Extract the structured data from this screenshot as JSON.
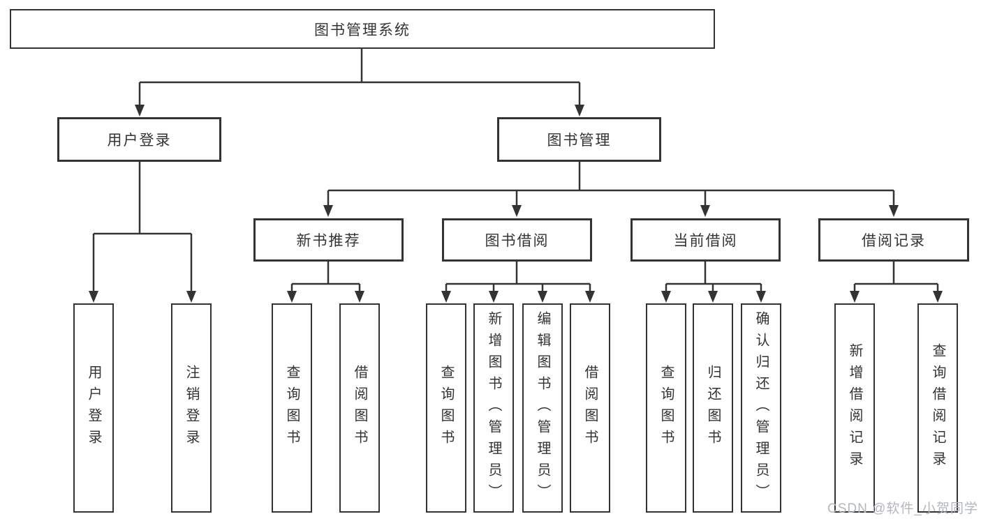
{
  "nodes": {
    "root": "图书管理系统",
    "user_login": "用户登录",
    "book_mgmt": "图书管理",
    "new_book_rec": "新书推荐",
    "book_borrow": "图书借阅",
    "current_borrow": "当前借阅",
    "borrow_record": "借阅记录",
    "leaf_user_login": "用户登录",
    "leaf_logout": "注销登录",
    "nb_query_book": "查询图书",
    "nb_borrow_book": "借阅图书",
    "bb_query_book": "查询图书",
    "bb_add_book": "新增图书（管理员）",
    "bb_edit_book": "编辑图书（管理员）",
    "bb_borrow_book": "借阅图书",
    "cb_query_book": "查询图书",
    "cb_return_book": "归还图书",
    "cb_confirm_return": "确认归还（管理员）",
    "br_add_record": "新增借阅记录",
    "br_query_record": "查询借阅记录"
  },
  "watermark": "CSDN @软件_小贺同学",
  "colors": {
    "line": "#333333",
    "text": "#333333",
    "box_background": "#ffffff",
    "watermark": "#b3b7bc",
    "background": "#ffffff"
  }
}
